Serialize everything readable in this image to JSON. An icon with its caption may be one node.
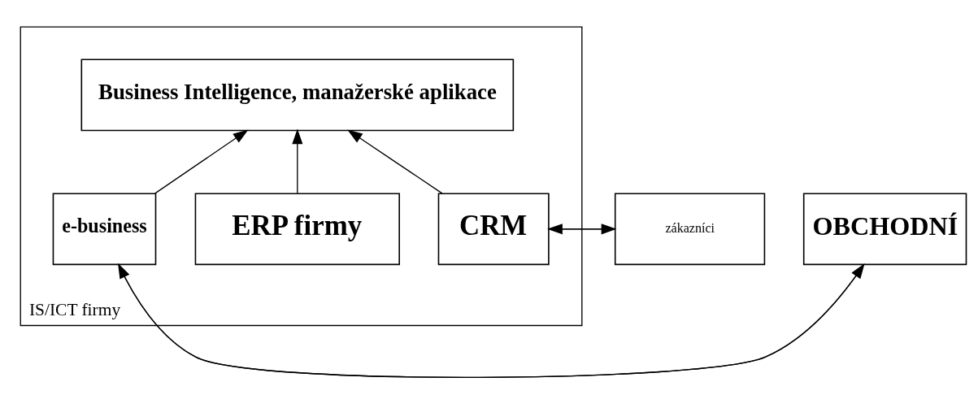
{
  "diagram": {
    "nodes": [
      {
        "text": [
          "IS/ICT firmy"
        ]
      },
      {
        "text": [
          "Business Intelligence, manažerské aplikace"
        ],
        "in": 0
      },
      {
        "text": [
          "zákazníci"
        ]
      },
      {
        "text": [
          "CRM"
        ],
        "in": 0
      },
      {
        "text": [
          "ERP firmy"
        ],
        "in": 0
      },
      {
        "text": [
          "e-business"
        ],
        "in": 0
      },
      {
        "text": [
          "OBCHODNÍ"
        ]
      }
    ],
    "edges": [
      {
        "from": 3,
        "to": 1,
        "arrow": "to"
      },
      {
        "from": 4,
        "to": 1,
        "arrow": "to"
      },
      {
        "from": 5,
        "to": 1,
        "arrow": "to"
      },
      {
        "from": 3,
        "to": 2,
        "arrow": "to"
      },
      {
        "from": 2,
        "to": 3,
        "arrow": "to"
      },
      {
        "from": 5,
        "to": 6,
        "arrow": "to"
      },
      {
        "from": 6,
        "to": 5,
        "arrow": "to"
      }
    ]
  }
}
